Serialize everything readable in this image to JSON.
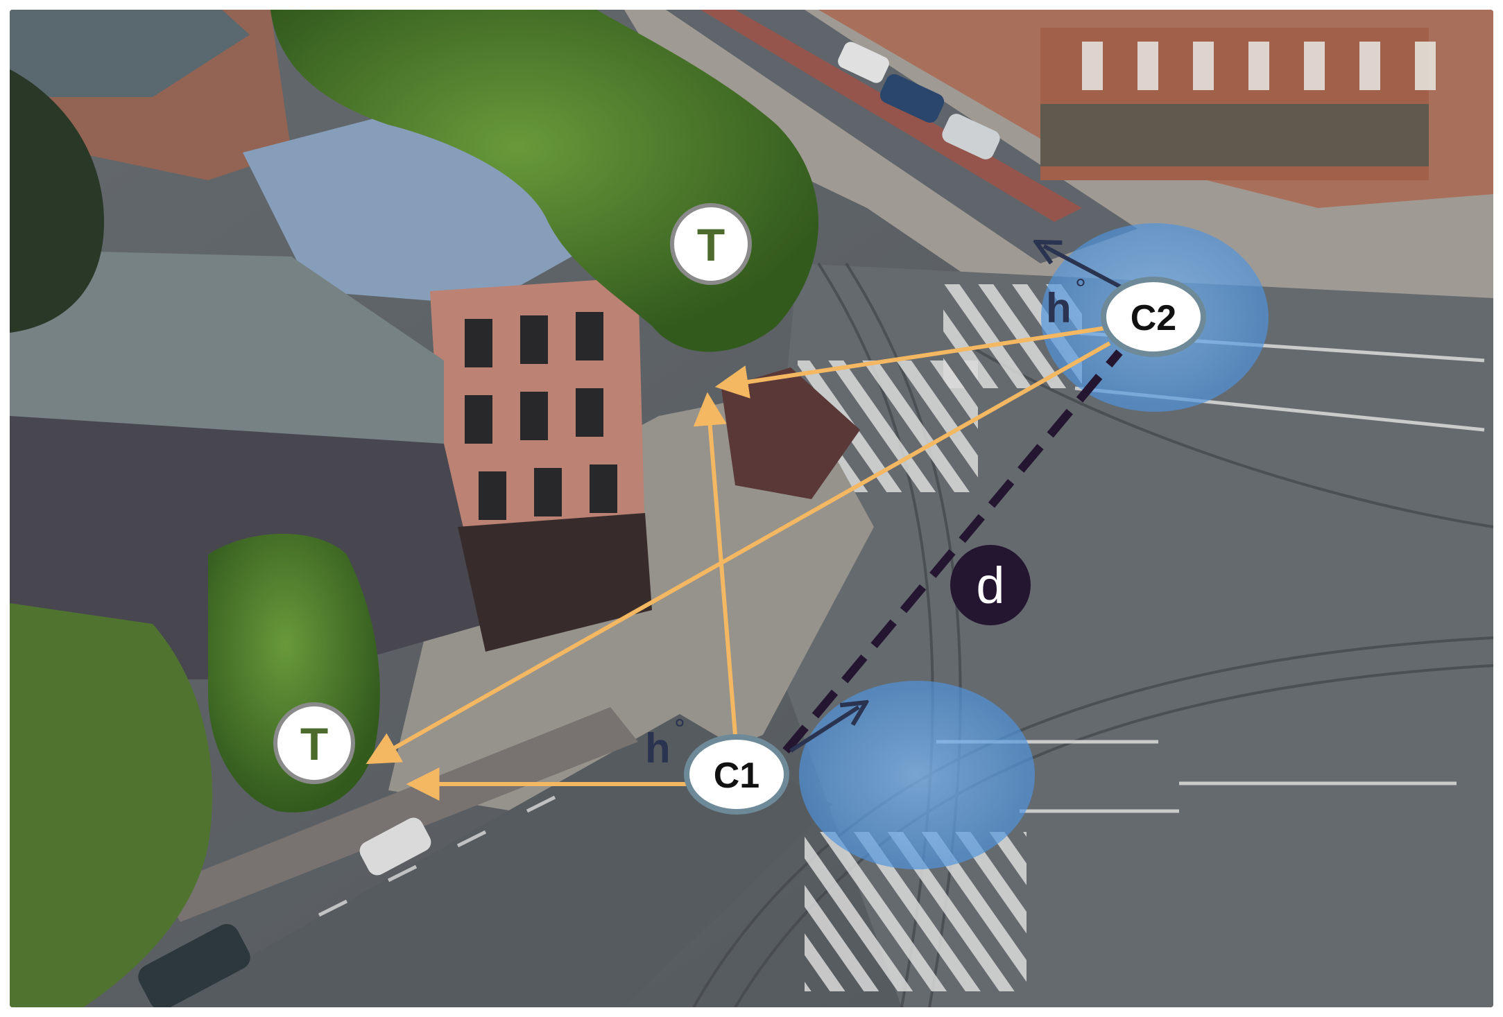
{
  "scene": {
    "tree_marker_label": "T",
    "camera_1_label": "C1",
    "camera_2_label": "C2",
    "heading_label": "h°",
    "heading_symbol": "h",
    "heading_degree": "°",
    "distance_label": "d"
  },
  "colors": {
    "ray": "#F4B862",
    "distance_line": "#241530",
    "heading_arrow": "#2A3350",
    "camera_halo": "#5EA2E6",
    "tree_letter": "#4E6B2E",
    "marker_border": "#8A8A8A",
    "camera_border": "#6E8A99",
    "road": "#5D6368",
    "sidewalk": "#B9B3AC",
    "bike_lane": "#9E5A52",
    "foliage": "#4C7A2C"
  },
  "icons": {
    "tree_marker": "tree-marker-icon",
    "camera": "camera-position-icon",
    "heading": "heading-arrow-icon",
    "distance": "distance-line-icon"
  }
}
